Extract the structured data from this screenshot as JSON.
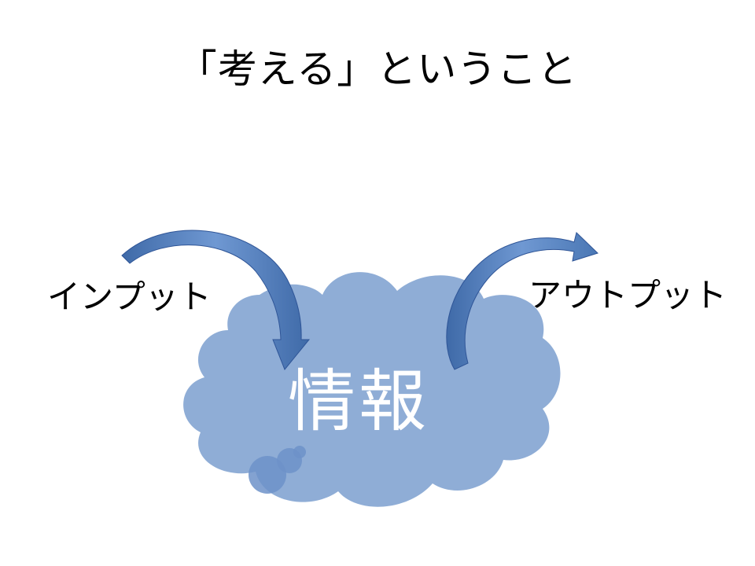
{
  "slide": {
    "title": "「考える」ということ",
    "input_label": "インプット",
    "output_label": "アウトプット",
    "center_label": "情報"
  },
  "colors": {
    "cloud_fill": "#8fadd6",
    "bubble_fill": "#6d92c9",
    "arrow_fill": "#4a77b4",
    "arrow_edge": "#2f5597",
    "text": "#000000",
    "center_text": "#ffffff"
  }
}
